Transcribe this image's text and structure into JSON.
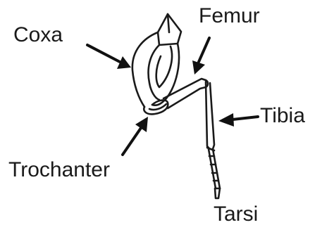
{
  "diagram": {
    "labels": {
      "coxa": "Coxa",
      "femur": "Femur",
      "tibia": "Tibia",
      "trochanter": "Trochanter",
      "tarsi": "Tarsi"
    },
    "colors": {
      "ink": "#1a1a1a",
      "background": "#ffffff"
    }
  }
}
